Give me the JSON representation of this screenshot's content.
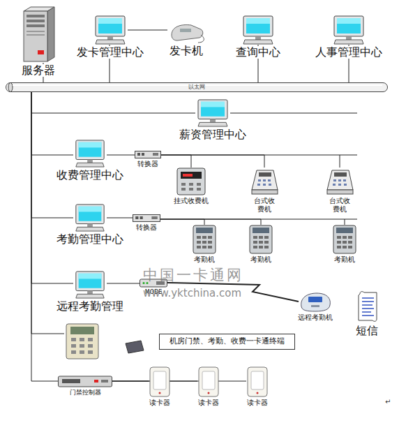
{
  "diagram": {
    "nodes": [
      {
        "text": [
          "服务器"
        ]
      },
      {
        "text": [
          "发卡管理中心"
        ]
      },
      {
        "text": [
          "发卡机"
        ]
      },
      {
        "text": [
          "查询中心"
        ]
      },
      {
        "text": [
          "人事管理中心"
        ]
      },
      {
        "text": [
          "以太网"
        ]
      },
      {
        "text": [
          "薪资管理中心"
        ]
      },
      {
        "text": [
          "收费管理中心"
        ]
      },
      {
        "text": [
          "转换器"
        ]
      },
      {
        "text": [
          "挂式收费机"
        ]
      },
      {
        "text": [
          "台式收费机"
        ]
      },
      {
        "text": [
          "台式收费机"
        ]
      },
      {
        "text": [
          "考勤管理中心"
        ]
      },
      {
        "text": [
          "转换器"
        ]
      },
      {
        "text": [
          "考勤机"
        ]
      },
      {
        "text": [
          "考勤机"
        ]
      },
      {
        "text": [
          "考勤机"
        ]
      },
      {
        "text": [
          "远程考勤管理"
        ]
      },
      {
        "text": [
          "MODE"
        ]
      },
      {
        "text": [
          "远程考勤机"
        ]
      },
      {
        "text": [
          "短信"
        ]
      },
      {
        "text": [
          "机房门禁、考勤、收费一卡通终端"
        ]
      },
      {
        "text": [
          "门禁控制器"
        ]
      },
      {
        "text": [
          "读卡器"
        ]
      },
      {
        "text": [
          "读卡器"
        ]
      },
      {
        "text": [
          "读卡器"
        ]
      }
    ],
    "edges": [
      {
        "from": 0,
        "to": 5,
        "arrow": "none"
      },
      {
        "from": 1,
        "to": 2,
        "arrow": "none"
      },
      {
        "from": 1,
        "to": 5,
        "arrow": "none"
      },
      {
        "from": 3,
        "to": 5,
        "arrow": "none"
      },
      {
        "from": 4,
        "to": 5,
        "arrow": "none"
      },
      {
        "from": 5,
        "to": 6,
        "arrow": "none"
      },
      {
        "from": 5,
        "to": 7,
        "arrow": "none"
      },
      {
        "from": 7,
        "to": 8,
        "arrow": "none"
      },
      {
        "from": 8,
        "to": 9,
        "arrow": "none"
      },
      {
        "from": 8,
        "to": 10,
        "arrow": "none"
      },
      {
        "from": 8,
        "to": 11,
        "arrow": "none"
      },
      {
        "from": 5,
        "to": 12,
        "arrow": "none"
      },
      {
        "from": 12,
        "to": 13,
        "arrow": "none"
      },
      {
        "from": 13,
        "to": 14,
        "arrow": "none"
      },
      {
        "from": 13,
        "to": 15,
        "arrow": "none"
      },
      {
        "from": 13,
        "to": 16,
        "arrow": "none"
      },
      {
        "from": 5,
        "to": 17,
        "arrow": "none"
      },
      {
        "from": 17,
        "to": 18,
        "arrow": "none"
      },
      {
        "from": 18,
        "to": 19,
        "arrow": "none"
      },
      {
        "from": 5,
        "to": 21,
        "arrow": "none"
      },
      {
        "from": 5,
        "to": 22,
        "arrow": "none"
      },
      {
        "from": 22,
        "to": 23,
        "arrow": "none"
      },
      {
        "from": 22,
        "to": 24,
        "arrow": "none"
      },
      {
        "from": 22,
        "to": 25,
        "arrow": "none"
      }
    ],
    "labels": [
      "中国一卡通网",
      "www.yktchina.com",
      "↵"
    ]
  }
}
